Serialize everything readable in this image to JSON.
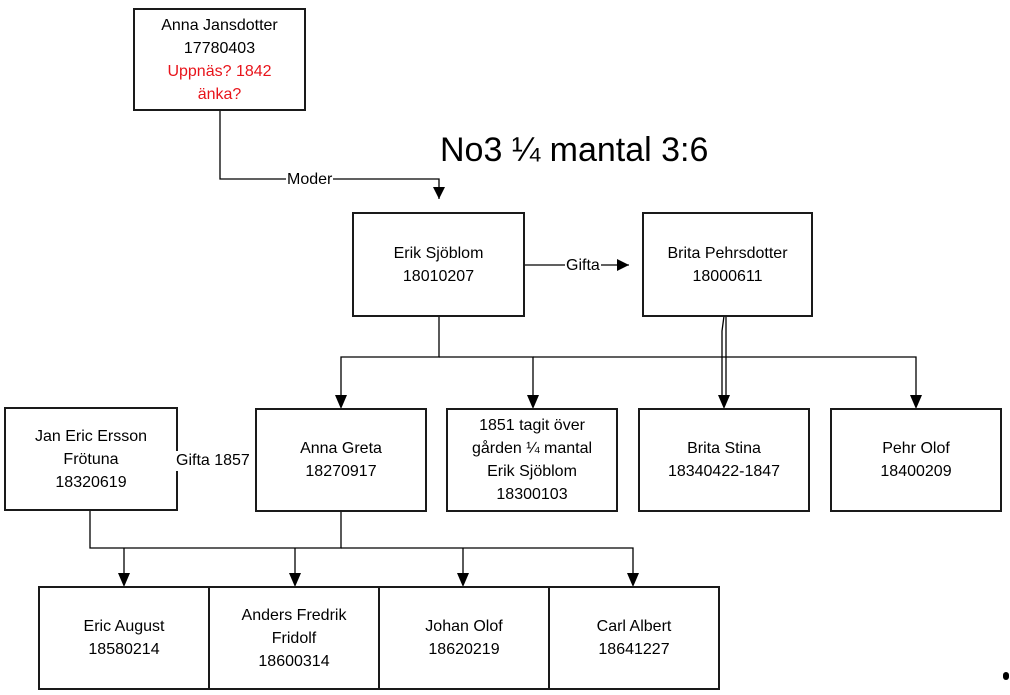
{
  "title": "No3 ¼ mantal 3:6",
  "nodes": {
    "anna_jansdotter": {
      "lines": [
        "Anna Jansdotter",
        "17780403"
      ],
      "note_lines": [
        "Uppnäs? 1842",
        "änka?"
      ],
      "note_color": "#e8141b"
    },
    "erik_sjoblom": {
      "lines": [
        "Erik Sjöblom",
        "18010207"
      ]
    },
    "brita_pehrsdotter": {
      "lines": [
        "Brita Pehrsdotter",
        "18000611"
      ]
    },
    "jan_eric_ersson": {
      "lines": [
        "Jan Eric Ersson",
        "Frötuna",
        "18320619"
      ]
    },
    "anna_greta": {
      "lines": [
        "Anna Greta",
        "18270917"
      ]
    },
    "erik_sjoblom_jr": {
      "lines": [
        "1851 tagit över",
        "gården ¼ mantal",
        "Erik Sjöblom",
        "18300103"
      ]
    },
    "brita_stina": {
      "lines": [
        "Brita Stina",
        "18340422-1847"
      ]
    },
    "pehr_olof": {
      "lines": [
        "Pehr Olof",
        "18400209"
      ]
    },
    "eric_august": {
      "lines": [
        "Eric August",
        "18580214"
      ]
    },
    "anders_fredrik": {
      "lines": [
        "Anders Fredrik",
        "Fridolf",
        "18600314"
      ]
    },
    "johan_olof": {
      "lines": [
        "Johan Olof",
        "18620219"
      ]
    },
    "carl_albert": {
      "lines": [
        "Carl Albert",
        "18641227"
      ]
    }
  },
  "edge_labels": {
    "moder": "Moder",
    "gifta": "Gifta",
    "gifta_1857": "Gifta 1857"
  }
}
